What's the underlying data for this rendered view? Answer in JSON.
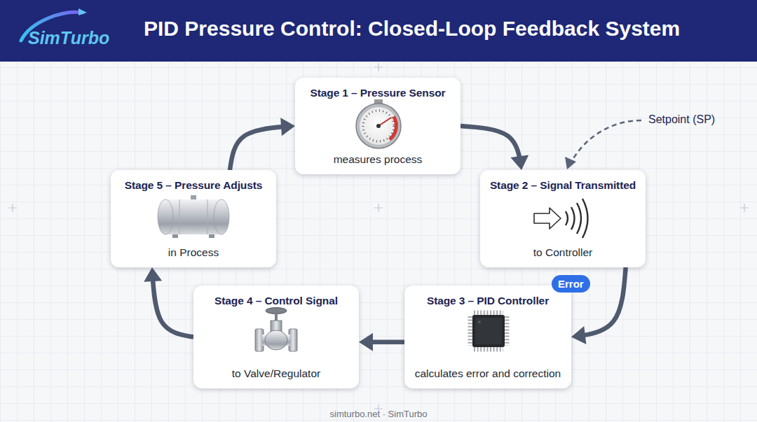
{
  "diagram": {
    "title": "PID Pressure Control: Closed-Loop Feedback System",
    "nodes": [
      {
        "text": [
          "Stage 1 – Pressure Sensor",
          "measures process"
        ]
      },
      {
        "text": [
          "Stage 2 – Signal Transmitted",
          "to Controller"
        ]
      },
      {
        "text": [
          "Stage 3 – PID Controller",
          "calculates error and correction"
        ]
      },
      {
        "text": [
          "Stage 4 – Control Signal",
          "to Valve/Regulator"
        ]
      },
      {
        "text": [
          "Stage 5 – Pressure Adjusts",
          "in Process"
        ]
      }
    ],
    "edges": [
      {
        "from": 0,
        "to": 1,
        "arrow": "to"
      },
      {
        "from": 1,
        "to": 2,
        "arrow": "to"
      },
      {
        "from": 2,
        "to": 3,
        "arrow": "to"
      },
      {
        "from": 3,
        "to": 4,
        "arrow": "to"
      },
      {
        "from": 4,
        "to": 0,
        "arrow": "to"
      }
    ],
    "labels": [
      "SimTurbo",
      "Setpoint (SP)",
      "Error",
      "simturbo.net · SimTurbo"
    ]
  }
}
